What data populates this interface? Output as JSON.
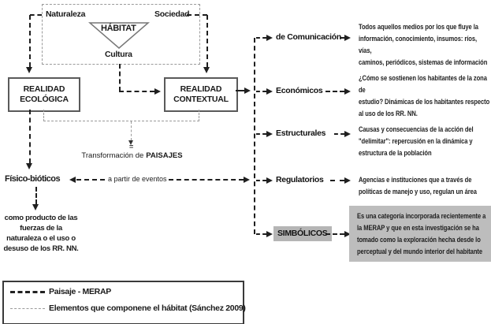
{
  "habitat_cluster": {
    "naturaleza": "Naturaleza",
    "sociedad": "Sociedad",
    "triangle_label": "HÁBITAT",
    "cultura": "Cultura"
  },
  "reality_boxes": {
    "ecologica": "REALIDAD\nECOLÓGICA",
    "contextual": "REALIDAD\nCONTEXTUAL"
  },
  "transformation": {
    "equals": "=",
    "prefix": "Transformación de",
    "emph": "PAISAJES"
  },
  "fisico_bioticos": {
    "label": "Físico-bióticos",
    "via_label": "a partir de eventos",
    "result_note": "como producto de las\nfuerzas de la\nnaturaleza o el uso o\ndesuso de los RR. NN."
  },
  "categories": [
    {
      "label": "de Comunicación",
      "description": "Todos aquellos medios por los que fluye la\ninformación, conocimiento, insumos: ríos, vías,\ncaminos, periódicos, sistemas de información",
      "highlighted": false
    },
    {
      "label": "Económicos",
      "description": "¿Cómo se sostienen los habitantes de la zona de\nestudio? Dinámicas de los habitantes respecto\nal uso de los RR. NN.",
      "highlighted": false
    },
    {
      "label": "Estructurales",
      "description": "Causas y consecuencias de la acción del\n\"delimitar\": repercusión en la dinámica y\nestructura de la población",
      "highlighted": false
    },
    {
      "label": "Regulatorios",
      "description": "Agencias e instituciones que a través de\npolíticas de manejo y uso, regulan un área",
      "highlighted": false
    },
    {
      "label": "SIMBÓLICOS",
      "description": "Es una categoría incorporada recientemente a\nla MERAP y que en esta investigación se ha\ntomado como la exploración hecha desde lo\nperceptual y del mundo interior del habitante",
      "highlighted": true
    }
  ],
  "legend": {
    "items": [
      {
        "line_style": "bold-dashed",
        "label": "Paisaje - MERAP"
      },
      {
        "line_style": "thin-dashed",
        "label": "Elementos que componene el hábitat (Sánchez 2009)"
      }
    ]
  },
  "colors": {
    "highlight_gray": "#b5b5b5",
    "line_dark": "#1f1f1f",
    "line_light": "#9a9a9a",
    "text": "#1a1a1a"
  }
}
